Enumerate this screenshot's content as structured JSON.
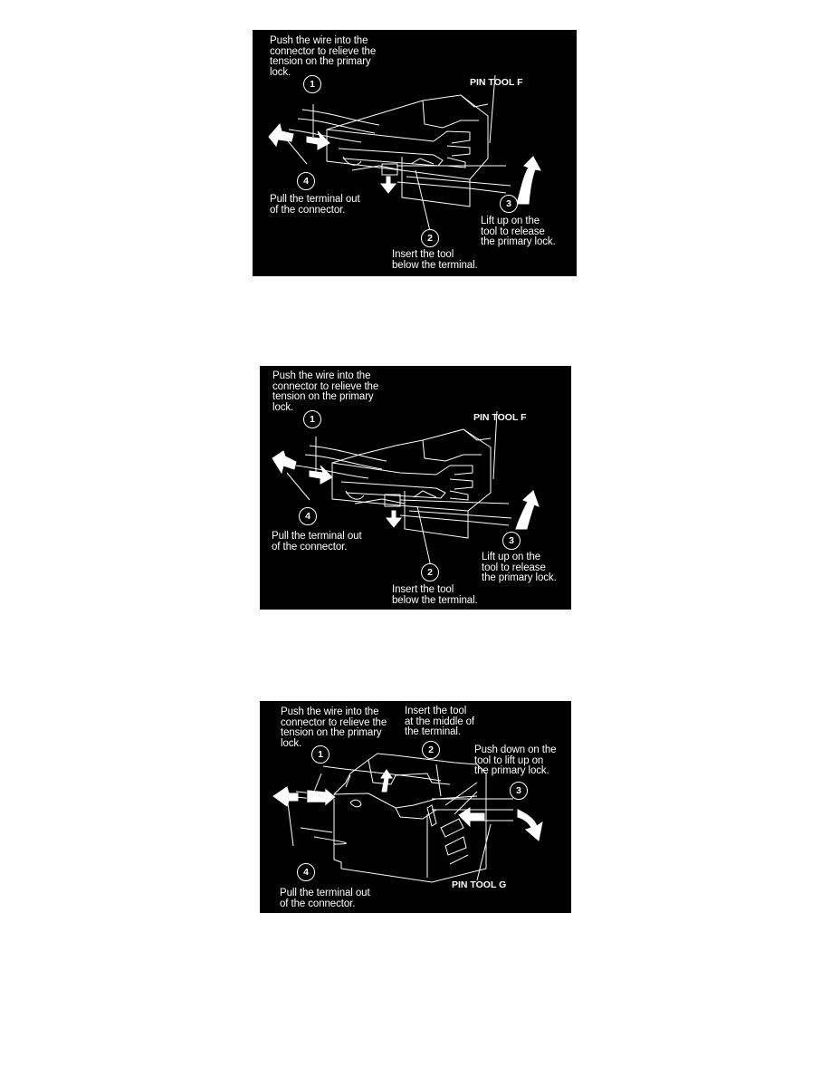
{
  "figures": [
    {
      "steps": {
        "step1": {
          "number": "1",
          "text": "Push the wire into the\nconnector to relieve the\ntension on the primary\nlock."
        },
        "step2": {
          "number": "2",
          "text": "Insert the tool\nbelow the terminal."
        },
        "step3": {
          "number": "3",
          "text": "Lift up on the\ntool to release\nthe primary lock."
        },
        "step4": {
          "number": "4",
          "text": "Pull the terminal out\nof the connector."
        }
      },
      "tool_label": "PIN TOOL F"
    },
    {
      "steps": {
        "step1": {
          "number": "1",
          "text": "Push the wire into the\nconnector to relieve the\ntension on the primary\nlock."
        },
        "step2": {
          "number": "2",
          "text": "Insert the tool\nbelow the terminal."
        },
        "step3": {
          "number": "3",
          "text": "Lift up on the\ntool to release\nthe primary lock."
        },
        "step4": {
          "number": "4",
          "text": "Pull the terminal out\nof the connector."
        }
      },
      "tool_label": "PIN TOOL F"
    },
    {
      "steps": {
        "step1": {
          "number": "1",
          "text": "Push the wire into the\nconnector to relieve the\ntension on the primary\nlock."
        },
        "step2": {
          "number": "2",
          "text": "Insert the tool\nat the middle of\nthe terminal."
        },
        "step3": {
          "number": "3",
          "text": "Push down on the\ntool to lift up on\nthe primary lock."
        },
        "step4": {
          "number": "4",
          "text": "Pull the terminal out\nof the connector."
        }
      },
      "tool_label": "PIN TOOL G"
    }
  ],
  "colors": {
    "panel_bg": "#000000",
    "line": "#ffffff",
    "page_bg": "#ffffff"
  }
}
